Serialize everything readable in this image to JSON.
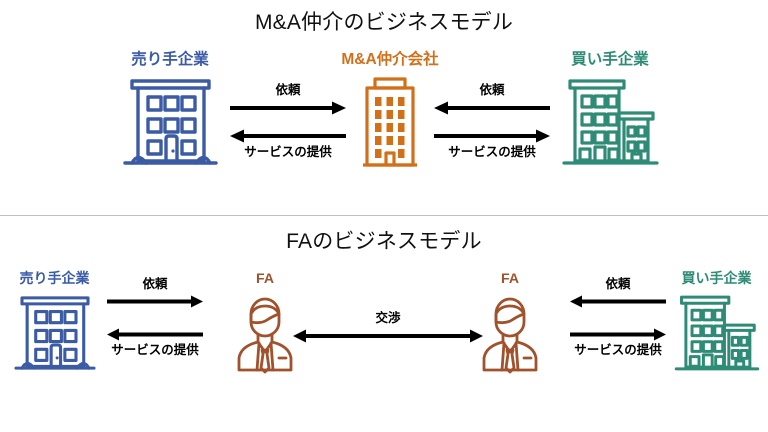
{
  "diagram": {
    "type": "business-model-comparison",
    "background_color": "#ffffff",
    "divider_color": "#bfbfbf",
    "colors": {
      "seller_blue": "#3b5ba5",
      "intermediary_orange": "#d2701a",
      "buyer_teal": "#2e8b76",
      "fa_brown": "#a0522d",
      "arrow_black": "#000000",
      "title_black": "#111111"
    }
  },
  "sections": {
    "top": {
      "title": "M&A仲介のビジネスモデル",
      "nodes": {
        "seller": {
          "label": "売り手企業",
          "icon": "office-building-icon",
          "color": "#3b5ba5"
        },
        "intermediary": {
          "label": "M&A仲介会社",
          "icon": "tower-building-icon",
          "color": "#d2701a"
        },
        "buyer": {
          "label": "買い手企業",
          "icon": "office-building-icon",
          "color": "#2e8b76"
        }
      },
      "flows": {
        "left": {
          "top_label": "依頼",
          "top_direction": "right",
          "bottom_label": "サービスの提供",
          "bottom_direction": "left"
        },
        "right": {
          "top_label": "依頼",
          "top_direction": "left",
          "bottom_label": "サービスの提供",
          "bottom_direction": "right"
        }
      }
    },
    "bottom": {
      "title": "FAのビジネスモデル",
      "nodes": {
        "seller": {
          "label": "売り手企業",
          "icon": "office-building-icon",
          "color": "#3b5ba5"
        },
        "fa_left": {
          "label": "FA",
          "icon": "businessperson-icon",
          "color": "#a0522d"
        },
        "fa_right": {
          "label": "FA",
          "icon": "businessperson-icon",
          "color": "#a0522d"
        },
        "buyer": {
          "label": "買い手企業",
          "icon": "office-building-icon",
          "color": "#2e8b76"
        }
      },
      "flows": {
        "left": {
          "top_label": "依頼",
          "top_direction": "right",
          "bottom_label": "サービスの提供",
          "bottom_direction": "left"
        },
        "center": {
          "top_label": "交渉",
          "top_direction": "both"
        },
        "right": {
          "top_label": "依頼",
          "top_direction": "left",
          "bottom_label": "サービスの提供",
          "bottom_direction": "right"
        }
      }
    }
  }
}
